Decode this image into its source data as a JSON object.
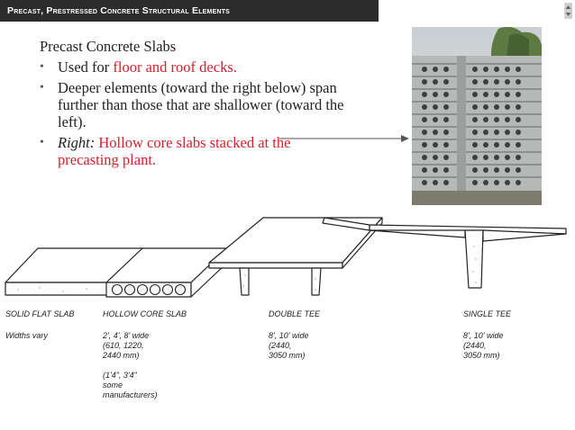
{
  "header": {
    "title": "Precast, Prestressed Concrete Structural Elements"
  },
  "body": {
    "heading": "Precast Concrete Slabs",
    "bullets": [
      {
        "lead": "Used for ",
        "highlight": "floor and roof decks."
      },
      {
        "text": "Deeper elements (toward the right below) span further than those that are shallower (toward the left)."
      },
      {
        "italic": "Right:",
        "highlight": " Hollow core slabs stacked at the precasting plant."
      }
    ]
  },
  "diagram_labels": {
    "solid_flat_slab": {
      "name": "SOLID FLAT SLAB",
      "spec": "Widths vary"
    },
    "hollow_core_slab": {
      "name": "HOLLOW CORE SLAB",
      "spec_1": "2', 4', 8' wide",
      "spec_2": "(610, 1220,",
      "spec_3": "2440 mm)",
      "note_1": "(1'4\", 3'4\"",
      "note_2": "some",
      "note_3": "manufacturers)"
    },
    "double_tee": {
      "name": "DOUBLE TEE",
      "spec_1": "8', 10' wide",
      "spec_2": "(2440,",
      "spec_3": "3050 mm)"
    },
    "single_tee": {
      "name": "SINGLE TEE",
      "spec_1": "8', 10' wide",
      "spec_2": "(2440,",
      "spec_3": "3050 mm)"
    }
  },
  "colors": {
    "header_bg": "#2b2b2b",
    "highlight": "#d9202a"
  }
}
